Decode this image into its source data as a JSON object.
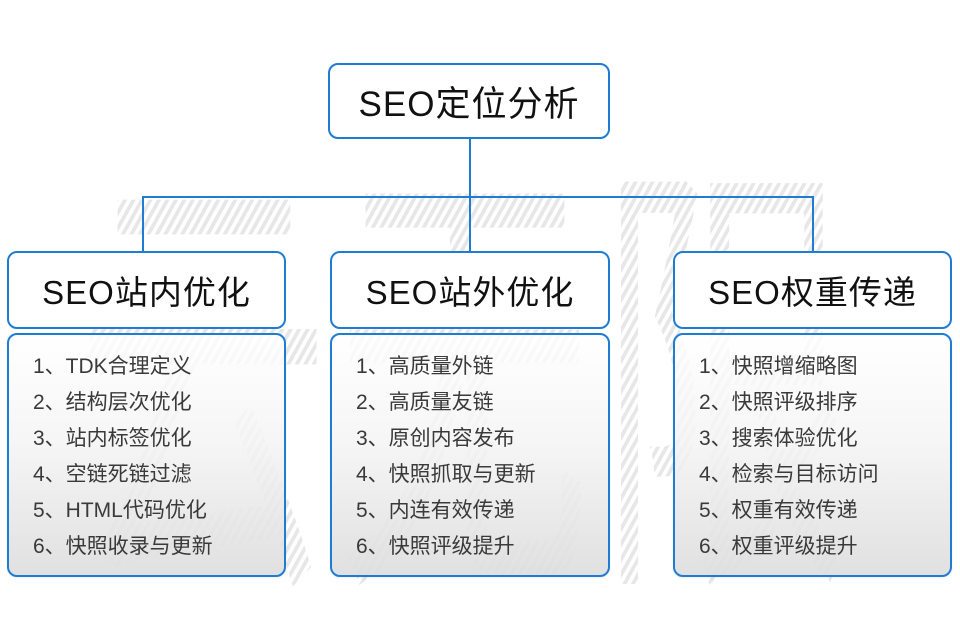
{
  "watermark": {
    "text": "云无限"
  },
  "root": {
    "title": "SEO定位分析"
  },
  "columns": [
    {
      "title": "SEO站内优化",
      "items": [
        "1、TDK合理定义",
        "2、结构层次优化",
        "3、站内标签优化",
        "4、空链死链过滤",
        "5、HTML代码优化",
        "6、快照收录与更新"
      ]
    },
    {
      "title": "SEO站外优化",
      "items": [
        "1、高质量外链",
        "2、高质量友链",
        "3、原创内容发布",
        "4、快照抓取与更新",
        "5、内连有效传递",
        "6、快照评级提升"
      ]
    },
    {
      "title": "SEO权重传递",
      "items": [
        "1、快照增缩略图",
        "2、快照评级排序",
        "3、搜索体验优化",
        "4、检索与目标访问",
        "5、权重有效传递",
        "6、权重评级提升"
      ]
    }
  ],
  "colors": {
    "accent_blue": "#1e7dd2",
    "item_text": "#3a3a3a",
    "watermark_hatch": "#e7e7e7"
  }
}
